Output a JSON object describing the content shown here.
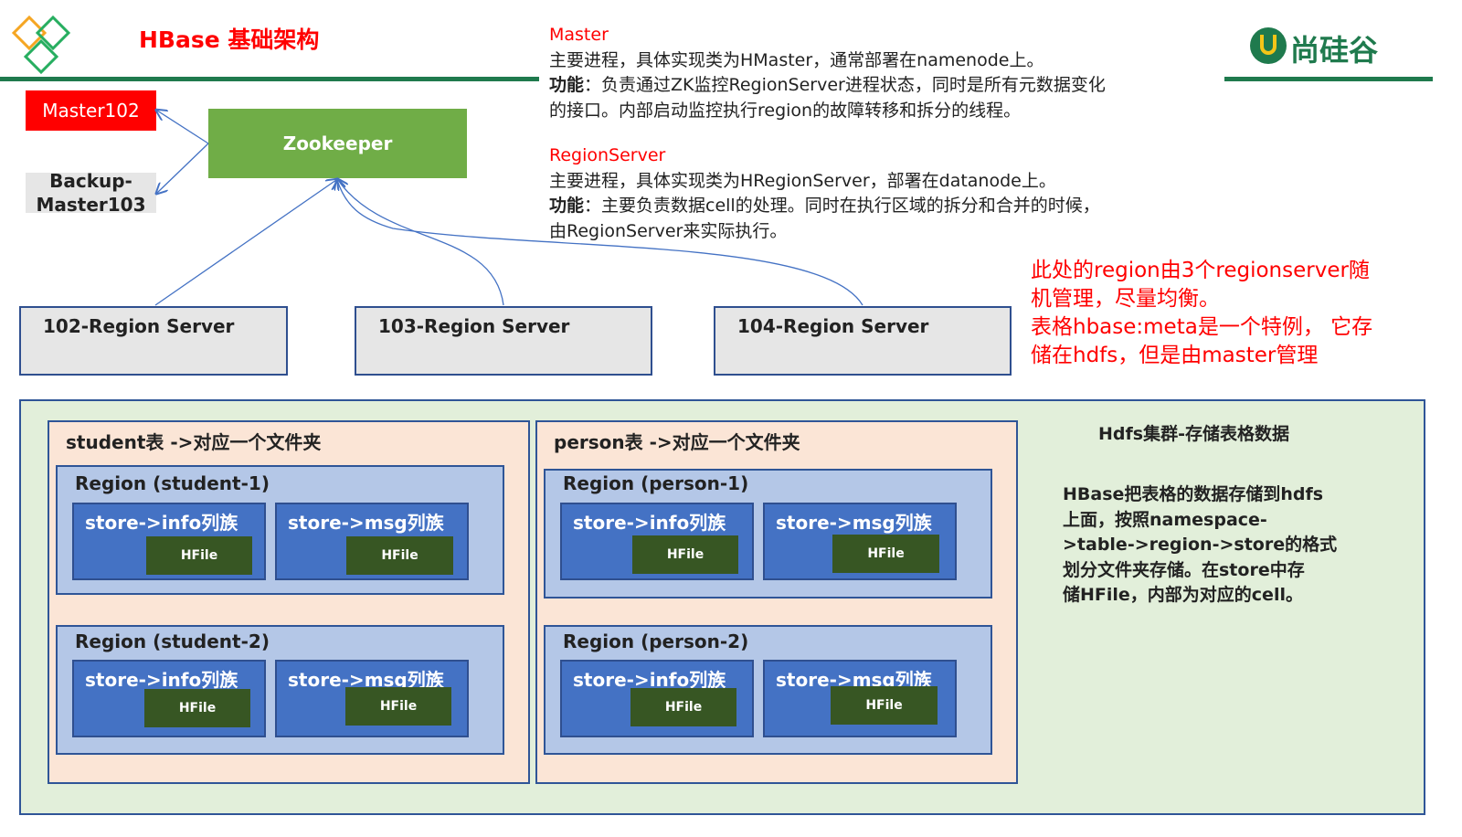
{
  "header": {
    "title": "HBase 基础架构",
    "brand": "尚硅谷",
    "accent_color": "#1f7a4d"
  },
  "master_desc": {
    "heading": "Master",
    "line1": "主要进程，具体实现类为HMaster，通常部署在namenode上。",
    "func_label": "功能",
    "func_text": "：负责通过ZK监控RegionServer进程状态，同时是所有元数据变化",
    "line3": "的接口。内部启动监控执行region的故障转移和拆分的线程。"
  },
  "rs_desc": {
    "heading": "RegionServer",
    "line1": "主要进程，具体实现类为HRegionServer，部署在datanode上。",
    "func_label": "功能",
    "func_text": "：主要负责数据cell的处理。同时在执行区域的拆分和合并的时候，",
    "line3": "由RegionServer来实际执行。"
  },
  "nodes": {
    "master": "Master102",
    "backup_line1": "Backup-",
    "backup_line2": "Master103",
    "zookeeper": "Zookeeper",
    "rs1": "102-Region Server",
    "rs2": "103-Region Server",
    "rs3": "104-Region Server"
  },
  "note": {
    "line1": "此处的region由3个regionserver随",
    "line2": "机管理，尽量均衡。",
    "line3": "表格hbase:meta是一个特例，  它存",
    "line4": "储在hdfs，但是由master管理"
  },
  "hdfs": {
    "title": "Hdfs集群-存储表格数据",
    "text1": "HBase把表格的数据存储到hdfs",
    "text2": "上面，按照namespace-",
    "text3": ">table->region->store的格式",
    "text4": "划分文件夹存储。在store中存",
    "text5": "储HFile，内部为对应的cell。"
  },
  "tables": [
    {
      "title": "student表 ->对应一个文件夹",
      "regions": [
        {
          "title": "Region (student-1)",
          "stores": [
            {
              "label": "store->info列族",
              "file": "HFile"
            },
            {
              "label": "store->msg列族",
              "file": "HFile"
            }
          ]
        },
        {
          "title": "Region (student-2)",
          "stores": [
            {
              "label": "store->info列族",
              "file": "HFile"
            },
            {
              "label": "store->msg列族",
              "file": "HFile"
            }
          ]
        }
      ]
    },
    {
      "title": "person表 ->对应一个文件夹",
      "regions": [
        {
          "title": "Region (person-1)",
          "stores": [
            {
              "label": "store->info列族",
              "file": "HFile"
            },
            {
              "label": "store->msg列族",
              "file": "HFile"
            }
          ]
        },
        {
          "title": "Region (person-2)",
          "stores": [
            {
              "label": "store->info列族",
              "file": "HFile"
            },
            {
              "label": "store->msg列族",
              "file": "HFile"
            }
          ]
        }
      ]
    }
  ]
}
